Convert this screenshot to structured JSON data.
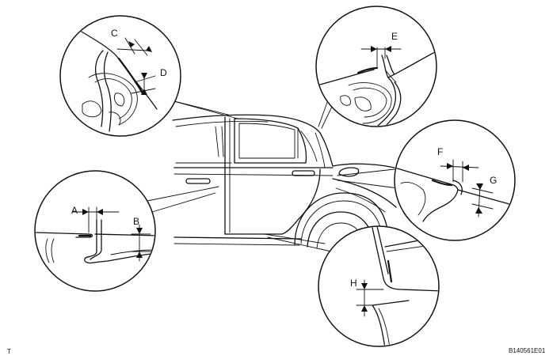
{
  "labels": {
    "a": "A",
    "b": "B",
    "c": "C",
    "d": "D",
    "e": "E",
    "f": "F",
    "g": "G",
    "h": "H"
  },
  "corner_mark": "T",
  "figure_code": "B140561E01"
}
